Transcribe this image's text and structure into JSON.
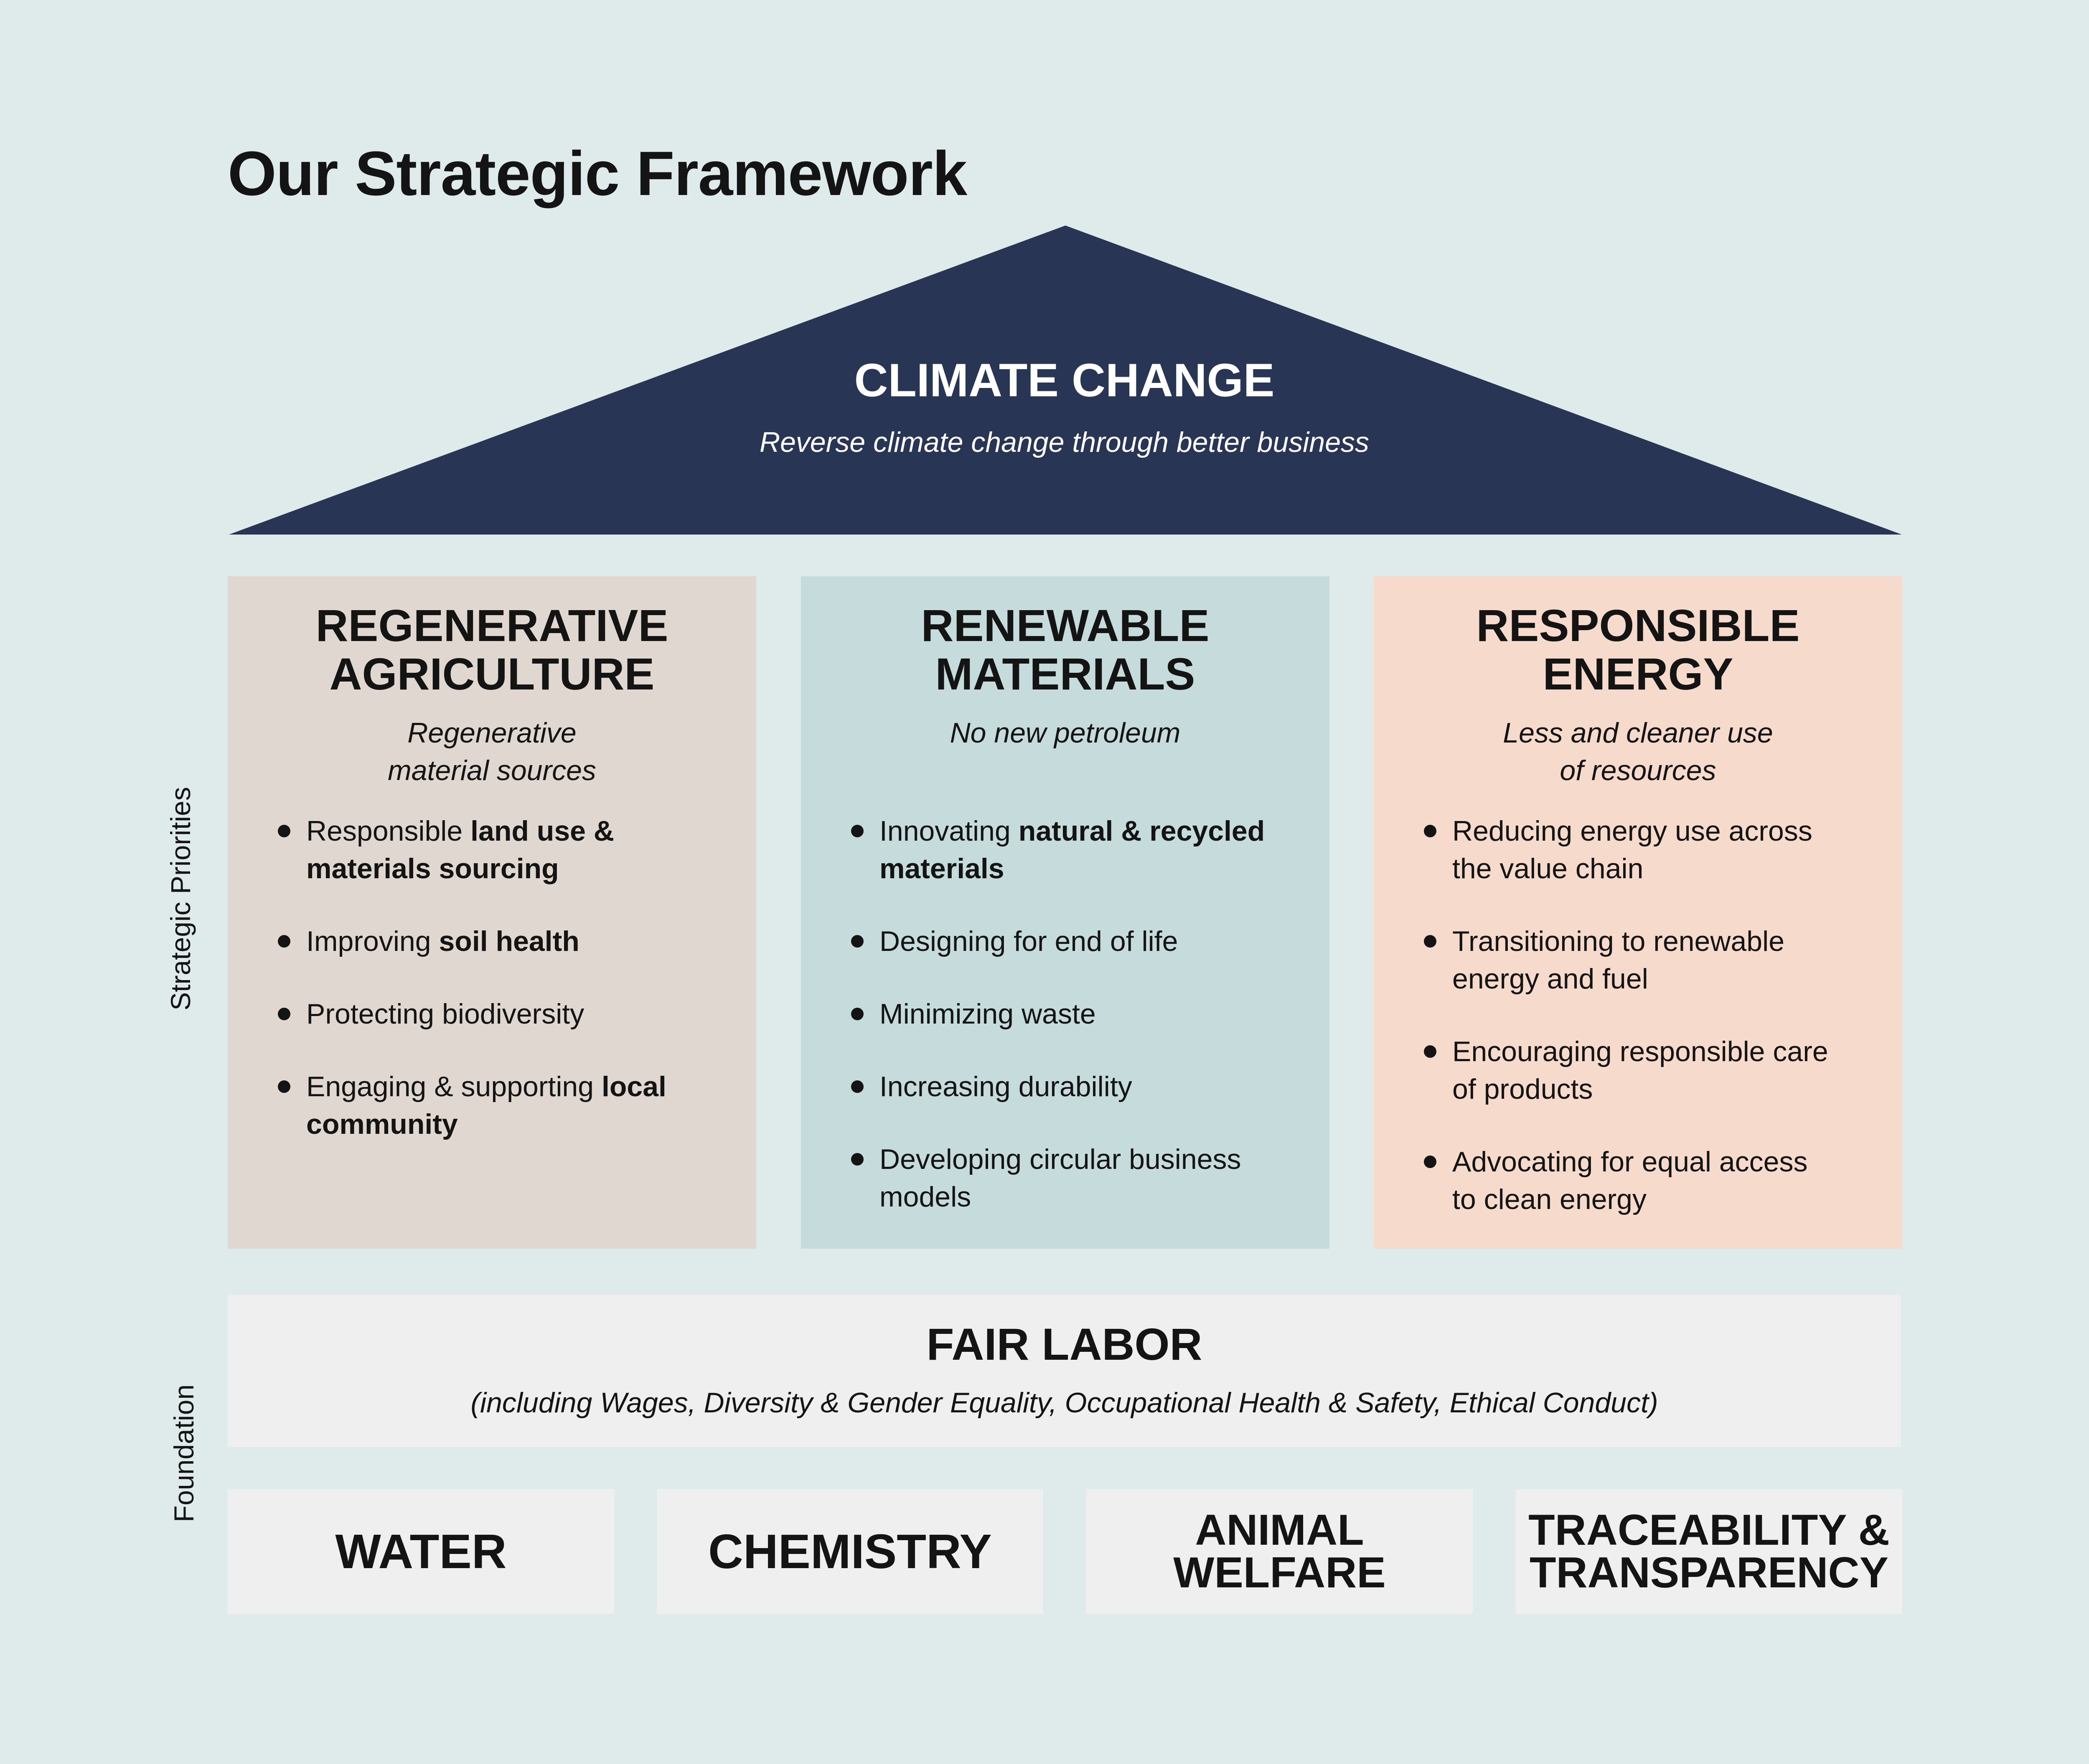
{
  "title": "Our Strategic Framework",
  "colors": {
    "background": "#dfeaea",
    "roof": "#293554",
    "regenerative": "#e0d8d0",
    "renewable": "#c6dcdc",
    "energy": "#f6dacb",
    "foundation": "#efefef"
  },
  "roof": {
    "title": "CLIMATE CHANGE",
    "subtitle": "Reverse climate change through better business"
  },
  "side_labels": {
    "priorities": "Strategic Priorities",
    "foundation": "Foundation"
  },
  "pillars": [
    {
      "title_lines": [
        "REGENERATIVE",
        "AGRICULTURE"
      ],
      "subtitle_lines": [
        "Regenerative",
        "material sources"
      ],
      "items": [
        {
          "lines": [
            [
              "Responsible ",
              "land use &"
            ],
            [
              "",
              "materials sourcing"
            ]
          ]
        },
        {
          "lines": [
            [
              "Improving ",
              "soil health"
            ]
          ]
        },
        {
          "lines": [
            [
              "Protecting biodiversity",
              ""
            ]
          ]
        },
        {
          "lines": [
            [
              "Engaging & supporting ",
              "local"
            ],
            [
              "",
              "community"
            ]
          ]
        }
      ]
    },
    {
      "title_lines": [
        "RENEWABLE",
        "MATERIALS"
      ],
      "subtitle_lines": [
        "No new petroleum"
      ],
      "items": [
        {
          "lines": [
            [
              "Innovating ",
              "natural & recycled"
            ],
            [
              "",
              "materials"
            ]
          ]
        },
        {
          "lines": [
            [
              "Designing for end of life",
              ""
            ]
          ]
        },
        {
          "lines": [
            [
              "Minimizing waste",
              ""
            ]
          ]
        },
        {
          "lines": [
            [
              "Increasing durability",
              ""
            ]
          ]
        },
        {
          "lines": [
            [
              "Developing circular business",
              ""
            ],
            [
              "models",
              ""
            ]
          ]
        }
      ]
    },
    {
      "title_lines": [
        "RESPONSIBLE",
        "ENERGY"
      ],
      "subtitle_lines": [
        "Less and cleaner use",
        "of resources"
      ],
      "items": [
        {
          "lines": [
            [
              "Reducing energy use across",
              ""
            ],
            [
              "the value chain",
              ""
            ]
          ]
        },
        {
          "lines": [
            [
              "Transitioning to renewable",
              ""
            ],
            [
              "energy and fuel",
              ""
            ]
          ]
        },
        {
          "lines": [
            [
              "Encouraging responsible care",
              ""
            ],
            [
              "of products",
              ""
            ]
          ]
        },
        {
          "lines": [
            [
              "Advocating for equal access",
              ""
            ],
            [
              "to clean energy",
              ""
            ]
          ]
        }
      ]
    }
  ],
  "fair_labor": {
    "title": "FAIR LABOR",
    "subtitle": "(including Wages, Diversity & Gender Equality, Occupational Health & Safety, Ethical Conduct)"
  },
  "foundations": [
    {
      "lines": [
        "WATER"
      ]
    },
    {
      "lines": [
        "CHEMISTRY"
      ]
    },
    {
      "lines": [
        "ANIMAL",
        "WELFARE"
      ]
    },
    {
      "lines": [
        "TRACEABILITY &",
        "TRANSPARENCY"
      ]
    }
  ]
}
